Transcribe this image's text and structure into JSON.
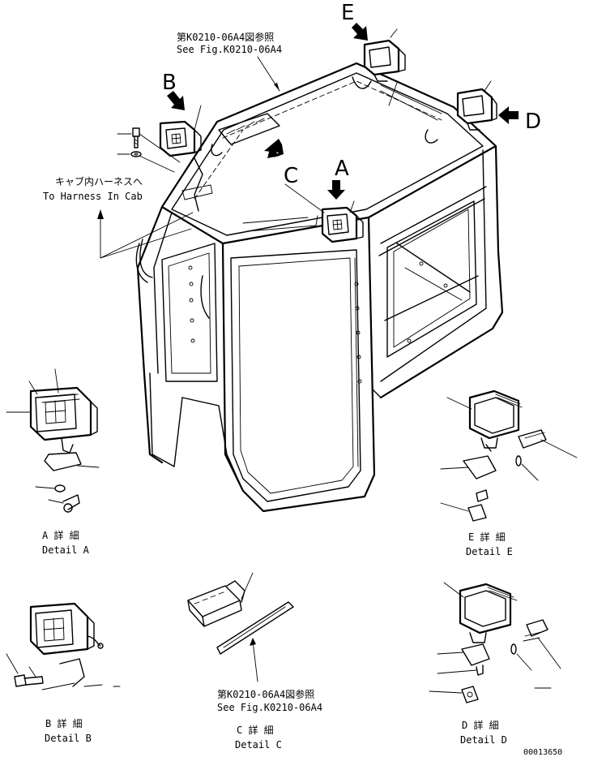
{
  "callouts": {
    "ref_top_jp": "第K0210-06A4図参照",
    "ref_top_en": "See Fig.K0210-06A4",
    "harness_jp": "キャブ内ハーネスへ",
    "harness_en": "To Harness In Cab",
    "ref_bottom_jp": "第K0210-06A4図参照",
    "ref_bottom_en": "See Fig.K0210-06A4"
  },
  "view_letters": {
    "a": "A",
    "b": "B",
    "c": "C",
    "d": "D",
    "e": "E"
  },
  "details": {
    "a": {
      "jp": "A 詳 細",
      "en": "Detail A"
    },
    "b": {
      "jp": "B 詳 細",
      "en": "Detail B"
    },
    "c": {
      "jp": "C 詳 細",
      "en": "Detail C"
    },
    "d": {
      "jp": "D 詳 細",
      "en": "Detail D"
    },
    "e": {
      "jp": "E 詳 細",
      "en": "Detail E"
    }
  },
  "figure_number": "00013650"
}
